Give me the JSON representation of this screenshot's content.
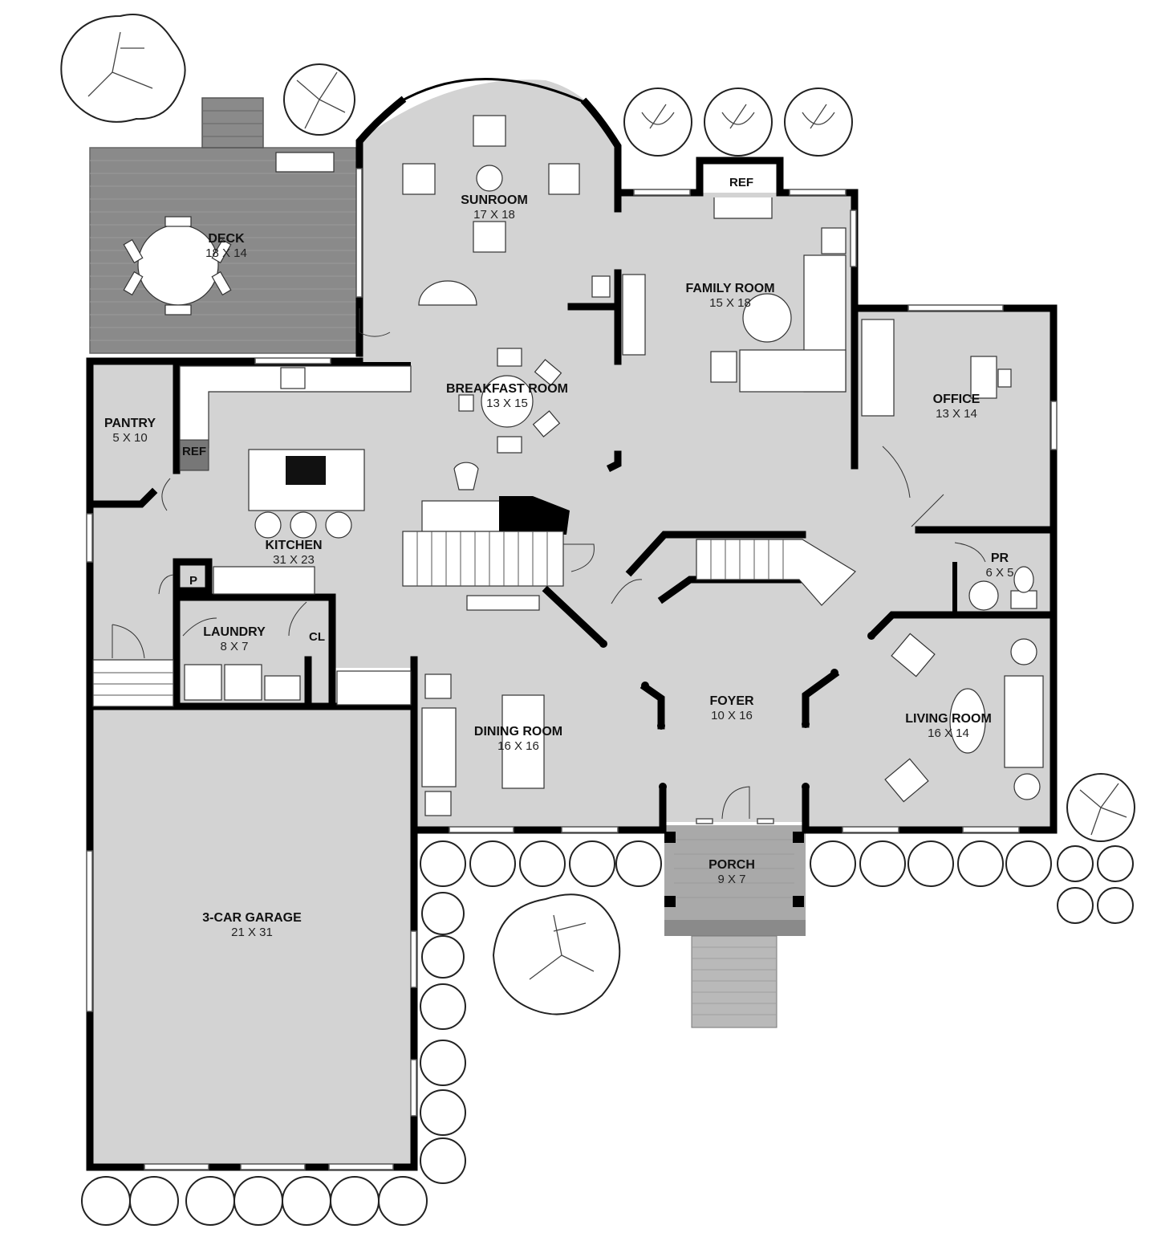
{
  "rooms": {
    "deck": {
      "name": "DECK",
      "dim": "18 X 14"
    },
    "sunroom": {
      "name": "SUNROOM",
      "dim": "17 X 18"
    },
    "family": {
      "name": "FAMILY ROOM",
      "dim": "15 X 18"
    },
    "breakfast": {
      "name": "BREAKFAST ROOM",
      "dim": "13 X 15"
    },
    "office": {
      "name": "OFFICE",
      "dim": "13 X 14"
    },
    "pantry": {
      "name": "PANTRY",
      "dim": "5 X 10"
    },
    "kitchen": {
      "name": "KITCHEN",
      "dim": "31 X 23"
    },
    "pr": {
      "name": "PR",
      "dim": "6 X 5"
    },
    "laundry": {
      "name": "LAUNDRY",
      "dim": "8 X 7"
    },
    "foyer": {
      "name": "FOYER",
      "dim": "10 X 16"
    },
    "dining": {
      "name": "DINING ROOM",
      "dim": "16 X 16"
    },
    "living": {
      "name": "LIVING ROOM",
      "dim": "16 X 14"
    },
    "porch": {
      "name": "PORCH",
      "dim": "9 X 7"
    },
    "garage": {
      "name": "3-CAR GARAGE",
      "dim": "21 X 31"
    }
  },
  "fixtures": {
    "ref_kitchen": "REF",
    "ref_family": "REF",
    "pantry_closet": "P",
    "closet": "CL"
  },
  "colors": {
    "floor": "#d3d3d3",
    "wall": "#000000",
    "deck": "#8a8a8a",
    "porch": "#a9a9a9",
    "background": "#ffffff"
  }
}
